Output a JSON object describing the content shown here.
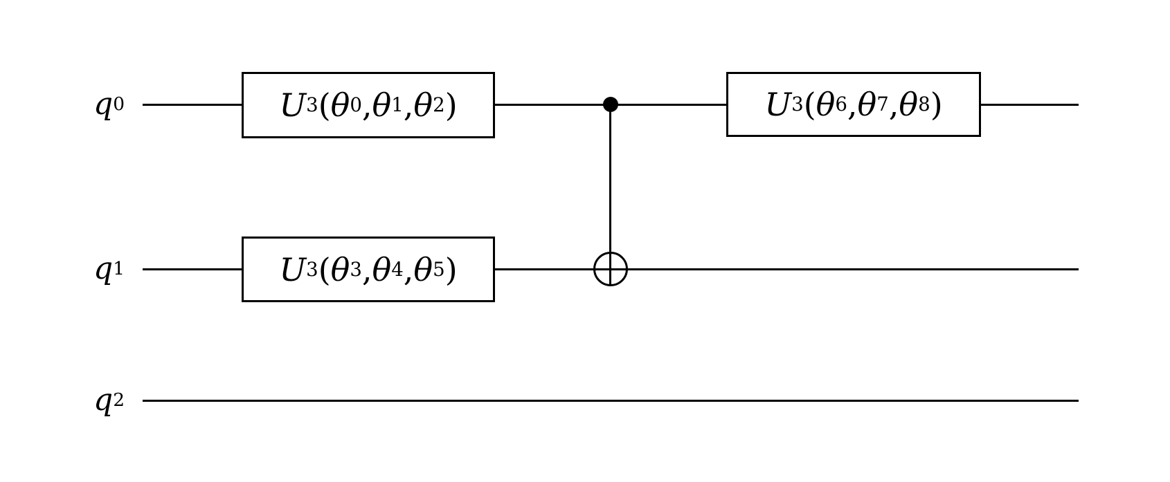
{
  "figure": {
    "type": "quantum-circuit-diagram",
    "background_color": "#ffffff",
    "ink_color": "#000000",
    "qubits": [
      {
        "id": "q0",
        "label_text": "q0",
        "label_math": [
          {
            "text": "q"
          },
          {
            "text": "0",
            "sub": true
          }
        ]
      },
      {
        "id": "q1",
        "label_text": "q1",
        "label_math": [
          {
            "text": "q"
          },
          {
            "text": "1",
            "sub": true
          }
        ]
      },
      {
        "id": "q2",
        "label_text": "q2",
        "label_math": [
          {
            "text": "q"
          },
          {
            "text": "2",
            "sub": true
          }
        ]
      }
    ],
    "gates": [
      {
        "kind": "box",
        "gate": "U3",
        "qubit": "q0",
        "moment": 0,
        "params": [
          "θ0",
          "θ1",
          "θ2"
        ],
        "label_text": "U3(θ0, θ1, θ2)",
        "label_math": [
          {
            "text": "U"
          },
          {
            "text": "3",
            "sub": true
          },
          {
            "text": "(",
            "up": true
          },
          {
            "text": "θ"
          },
          {
            "text": "0",
            "sub": true
          },
          {
            "text": ", ",
            "up": true
          },
          {
            "text": "θ"
          },
          {
            "text": "1",
            "sub": true
          },
          {
            "text": ", ",
            "up": true
          },
          {
            "text": "θ"
          },
          {
            "text": "2",
            "sub": true
          },
          {
            "text": ")",
            "up": true
          }
        ]
      },
      {
        "kind": "box",
        "gate": "U3",
        "qubit": "q1",
        "moment": 0,
        "params": [
          "θ3",
          "θ4",
          "θ5"
        ],
        "label_text": "U3(θ3, θ4, θ5)",
        "label_math": [
          {
            "text": "U"
          },
          {
            "text": "3",
            "sub": true
          },
          {
            "text": "(",
            "up": true
          },
          {
            "text": "θ"
          },
          {
            "text": "3",
            "sub": true
          },
          {
            "text": ", ",
            "up": true
          },
          {
            "text": "θ"
          },
          {
            "text": "4",
            "sub": true
          },
          {
            "text": ", ",
            "up": true
          },
          {
            "text": "θ"
          },
          {
            "text": "5",
            "sub": true
          },
          {
            "text": ")",
            "up": true
          }
        ]
      },
      {
        "kind": "cnot",
        "gate": "CX",
        "control_qubit": "q0",
        "target_qubit": "q1",
        "moment": 1
      },
      {
        "kind": "box",
        "gate": "U3",
        "qubit": "q0",
        "moment": 2,
        "params": [
          "θ6",
          "θ7",
          "θ8"
        ],
        "label_text": "U3(θ6, θ7, θ8)",
        "label_math": [
          {
            "text": "U"
          },
          {
            "text": "3",
            "sub": true
          },
          {
            "text": "(",
            "up": true
          },
          {
            "text": "θ"
          },
          {
            "text": "6",
            "sub": true
          },
          {
            "text": ", ",
            "up": true
          },
          {
            "text": "θ"
          },
          {
            "text": "7",
            "sub": true
          },
          {
            "text": ", ",
            "up": true
          },
          {
            "text": "θ"
          },
          {
            "text": "8",
            "sub": true
          },
          {
            "text": ")",
            "up": true
          }
        ]
      }
    ]
  }
}
